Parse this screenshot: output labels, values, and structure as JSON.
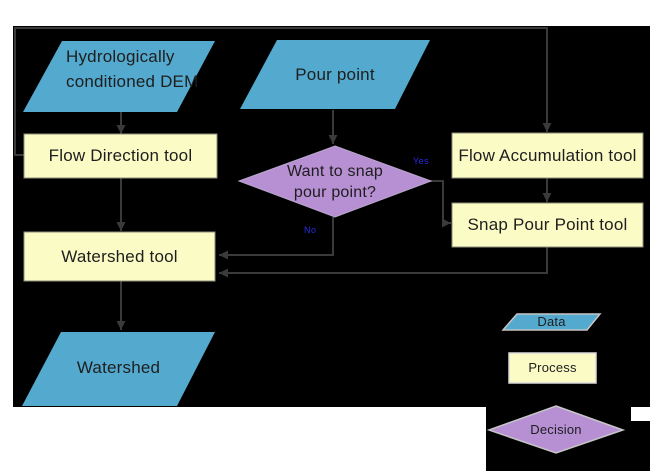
{
  "nodes": {
    "dem": "Hydrologically conditioned DEM",
    "pour_point": "Pour point",
    "flow_direction": "Flow Direction tool",
    "decision": "Want to snap pour point?",
    "flow_accumulation": "Flow Accumulation tool",
    "snap_pour_point": "Snap Pour Point tool",
    "watershed_tool": "Watershed tool",
    "watershed": "Watershed"
  },
  "edge_labels": {
    "yes": "Yes",
    "no": "No"
  },
  "legend": {
    "data": "Data",
    "process": "Process",
    "decision": "Decision"
  },
  "colors": {
    "canvas_background": "#000000",
    "data_fill": "#54a9ce",
    "process_fill": "#fbfbc6",
    "process_stroke": "#8e8e7c",
    "decision_fill": "#b78fd3",
    "legend_stroke": "#c6c6c6",
    "connector": "#3a3a3a",
    "node_text": "#1e1e1e",
    "edge_label_text": "#2929e8"
  }
}
